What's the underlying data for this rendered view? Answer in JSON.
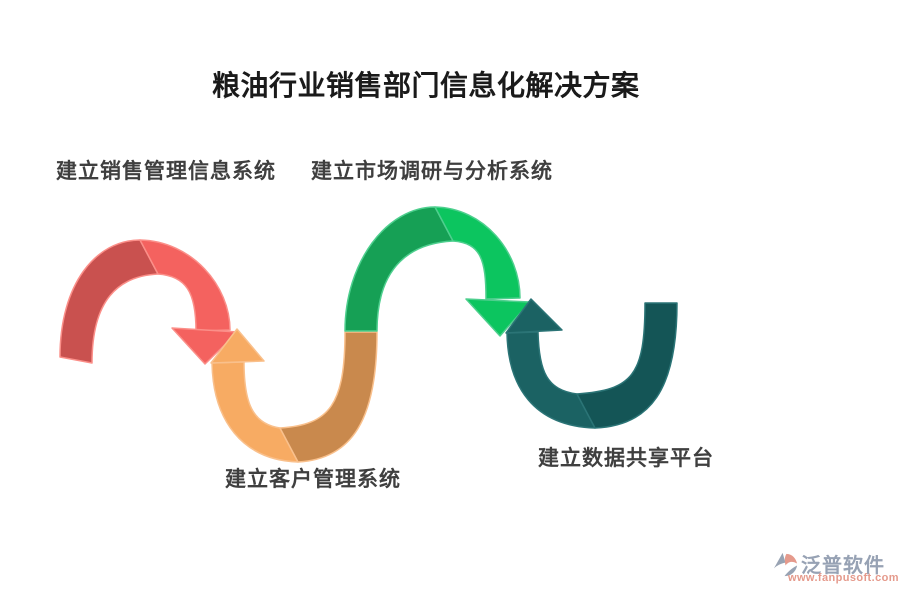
{
  "title": "粮油行业销售部门信息化解决方案",
  "steps": [
    {
      "id": "sales-management-system",
      "label": "建立销售管理信息系统",
      "shape": "arch-arrow-down",
      "colors": {
        "dark": "#c9514f",
        "light": "#f4625f"
      }
    },
    {
      "id": "customer-management-system",
      "label": "建立客户管理系统",
      "shape": "valley-arrow-up",
      "colors": {
        "dark": "#c9894d",
        "light": "#f7ab63"
      }
    },
    {
      "id": "market-research-analysis-system",
      "label": "建立市场调研与分析系统",
      "shape": "arch-arrow-down",
      "colors": {
        "dark": "#16a055",
        "light": "#0cc55f"
      }
    },
    {
      "id": "data-sharing-platform",
      "label": "建立数据共享平台",
      "shape": "valley-arrow-up",
      "colors": {
        "dark": "#145556",
        "light": "#1b6263"
      }
    }
  ],
  "logo": {
    "name": "泛普软件",
    "website": "www.fanpusoft.com",
    "colors": {
      "text": "#97a2b4",
      "accent": "#e59a8c"
    }
  }
}
